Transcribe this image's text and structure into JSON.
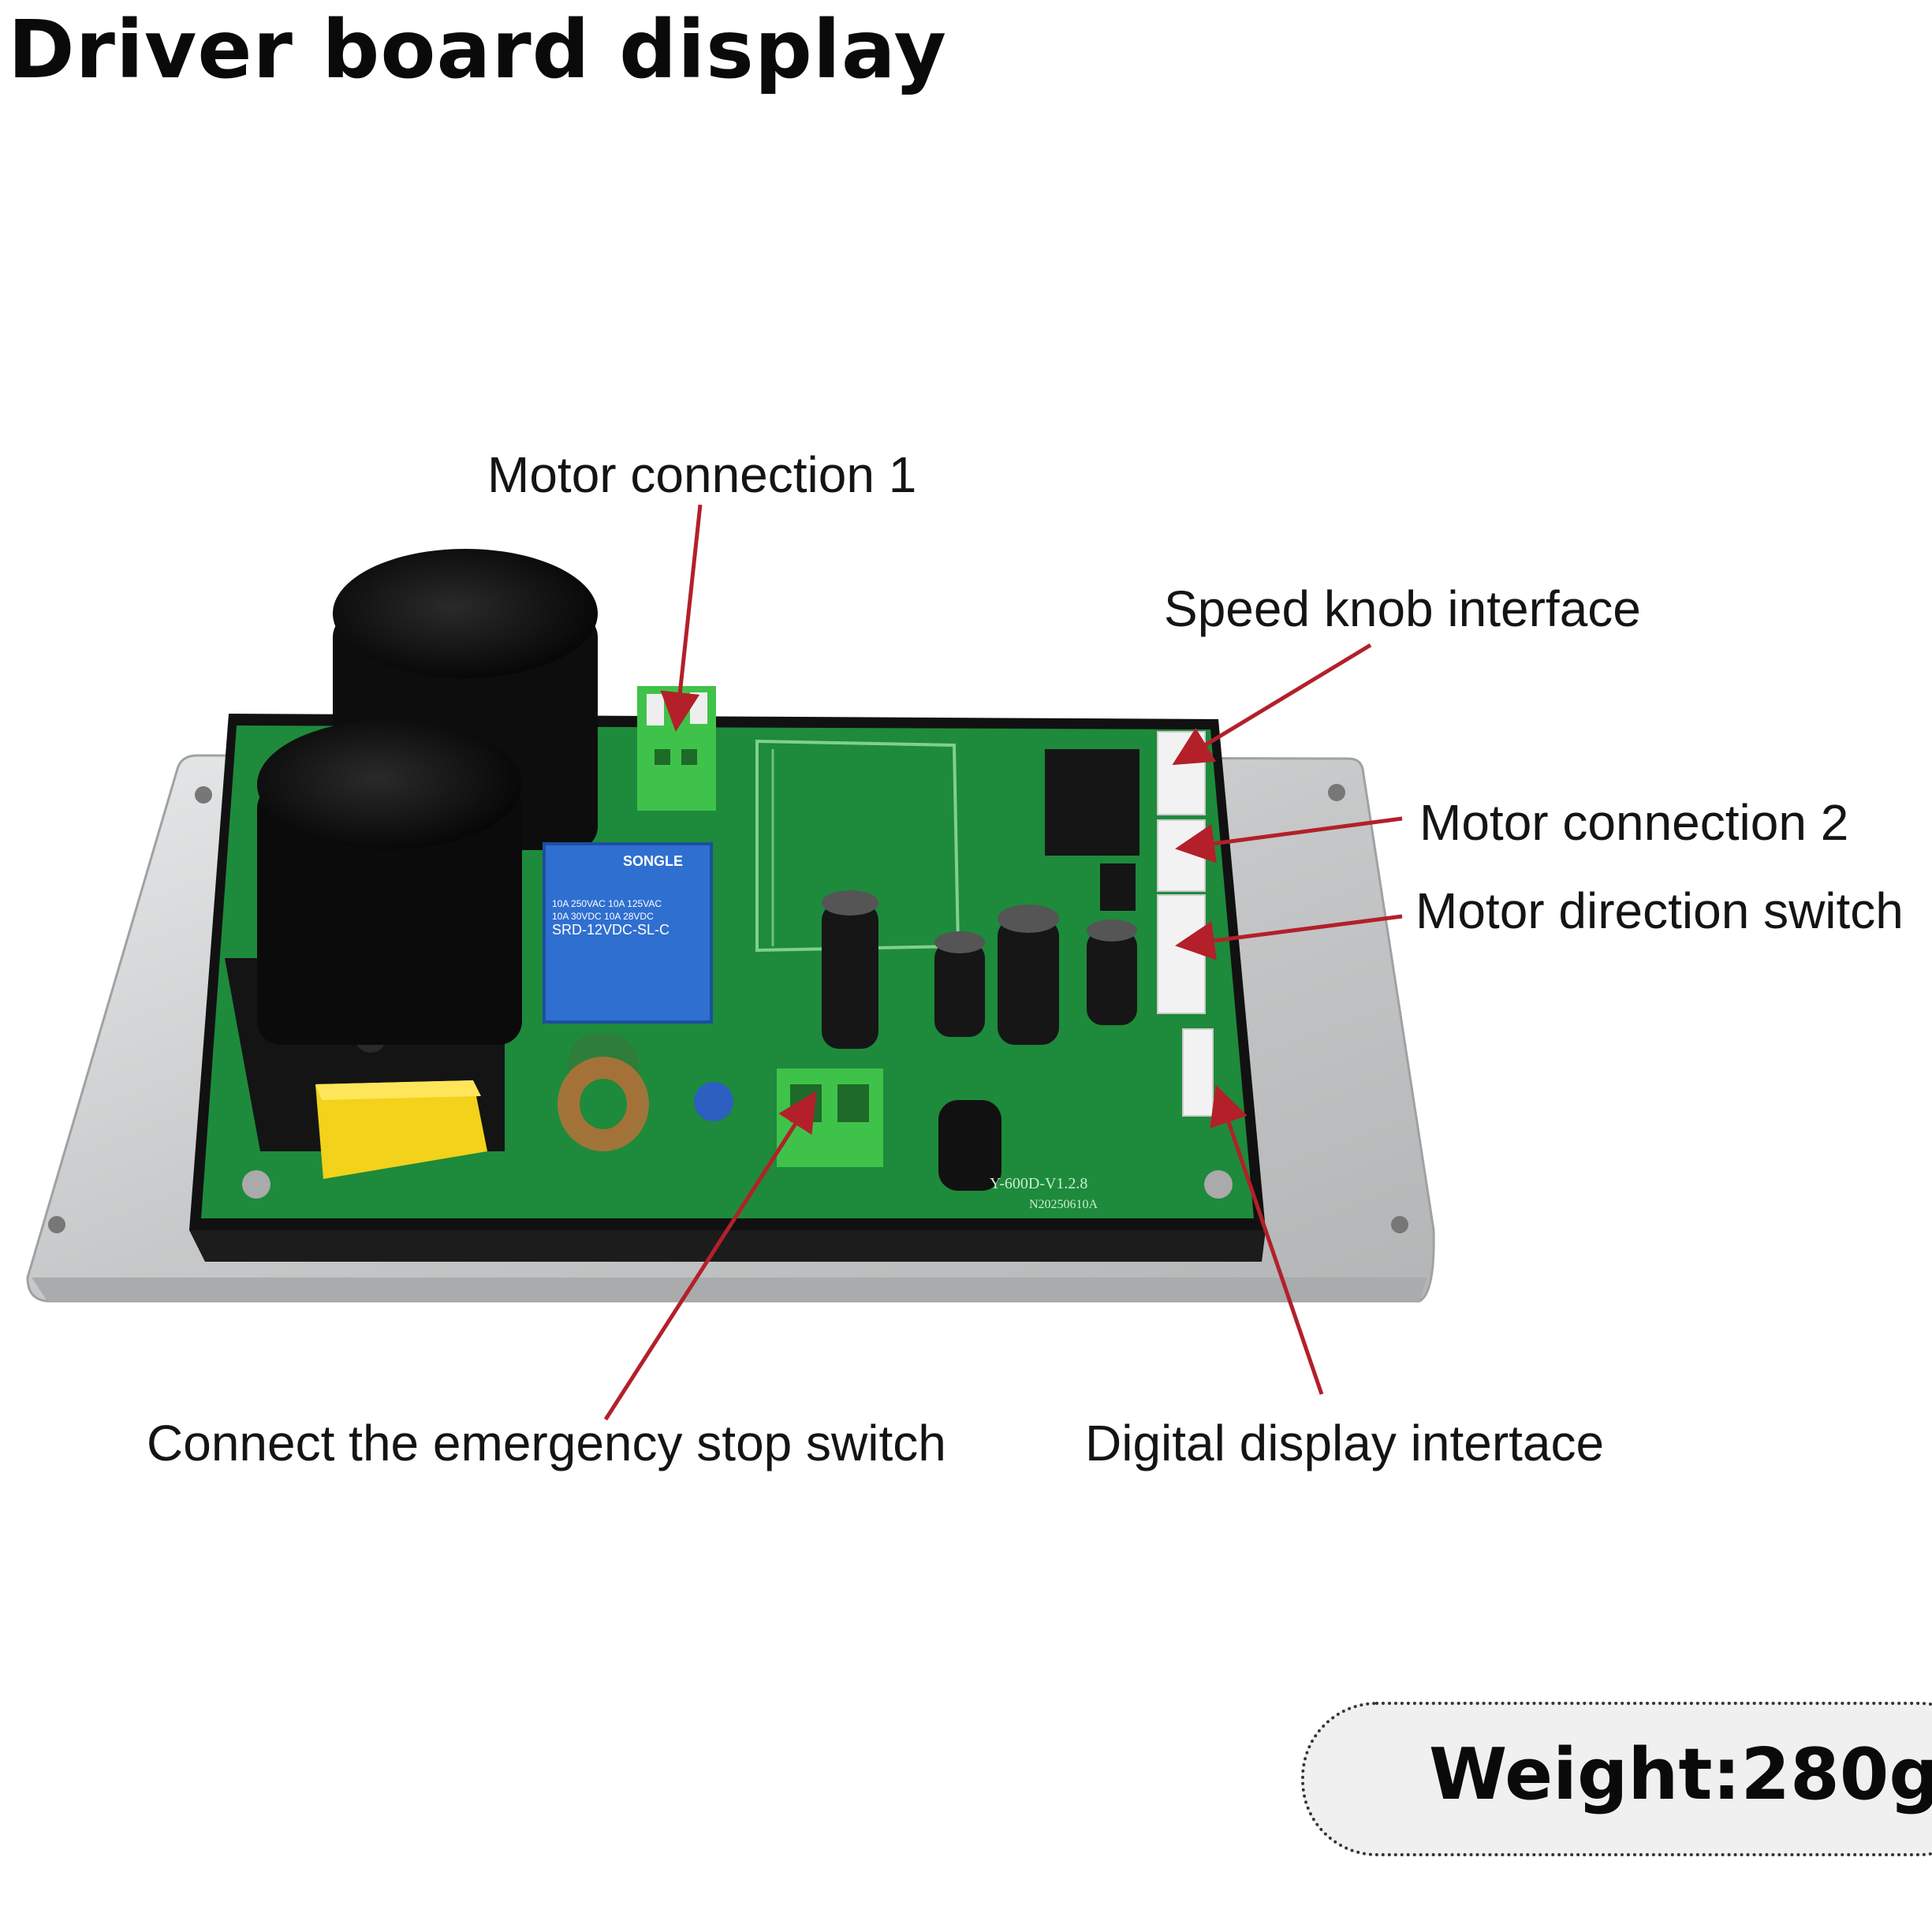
{
  "title": "Driver board display",
  "callouts": {
    "motor_connection_1": "Motor connection 1",
    "speed_knob_interface": "Speed knob interface",
    "motor_connection_2": "Motor connection 2",
    "motor_direction_switch": "Motor direction switch",
    "emergency_stop": "Connect the emergency stop switch",
    "digital_display": "Digital display intertace"
  },
  "weight_label": "Weight:280g",
  "board_markings": {
    "relay_brand": "SONGLE",
    "relay_model": "SRD-12VDC-SL-C",
    "relay_rating_1": "10A 250VAC  10A 125VAC",
    "relay_rating_2": "10A 30VDC   10A 28VDC",
    "board_model": "Y-600D-V1.2.8",
    "board_serial": "N20250610A"
  },
  "colors": {
    "pcb_green": "#1e8a3c",
    "arrow_red": "#b3202a",
    "aluminum": "#c9cbcc",
    "relay_blue": "#2f6fd0",
    "terminal_green": "#3fc24a"
  }
}
